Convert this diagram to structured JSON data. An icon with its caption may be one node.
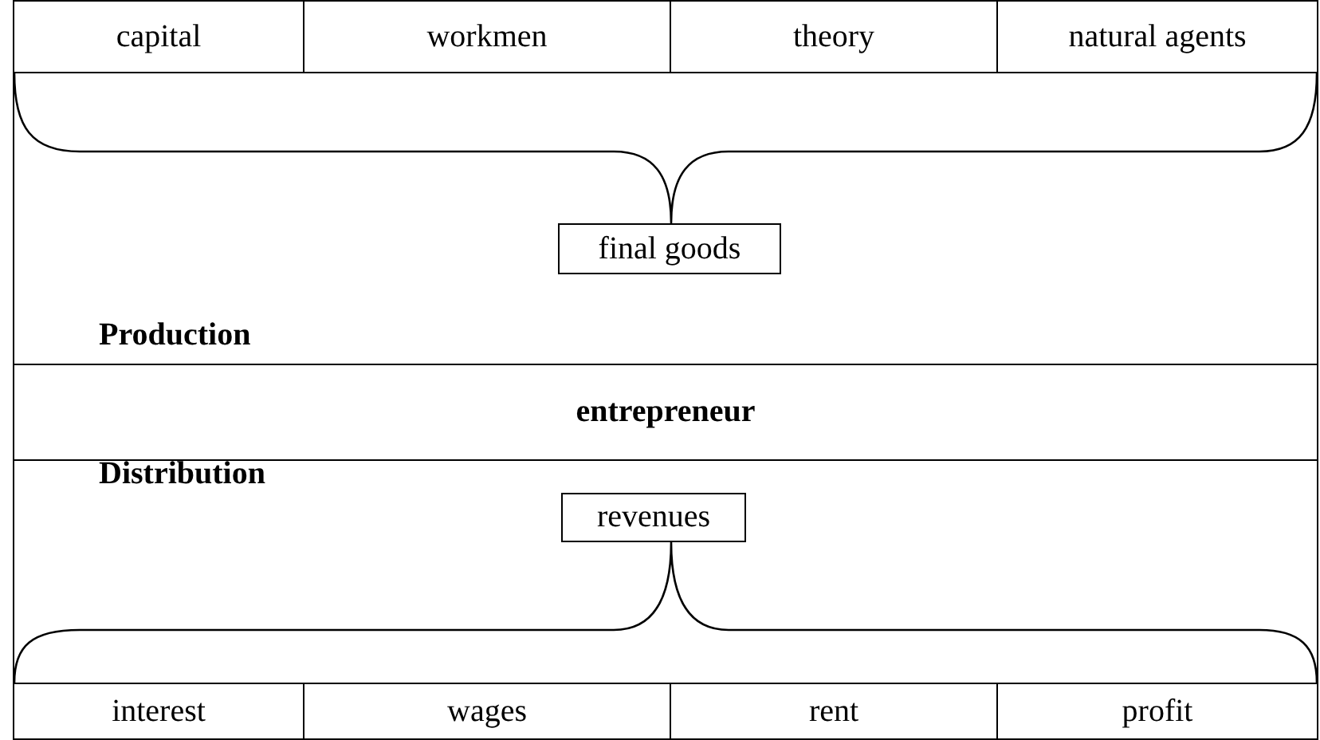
{
  "diagram": {
    "nodes": [
      {
        "text": [
          "capital"
        ]
      },
      {
        "text": [
          "workmen"
        ]
      },
      {
        "text": [
          "theory"
        ]
      },
      {
        "text": [
          "natural agents"
        ]
      },
      {
        "text": [
          "final goods"
        ]
      },
      {
        "text": [
          "entrepreneur"
        ]
      },
      {
        "text": [
          "revenues"
        ]
      },
      {
        "text": [
          "interest"
        ]
      },
      {
        "text": [
          "wages"
        ]
      },
      {
        "text": [
          "rent"
        ]
      },
      {
        "text": [
          "profit"
        ]
      }
    ],
    "labels": [
      "Production",
      "Distribution"
    ]
  }
}
